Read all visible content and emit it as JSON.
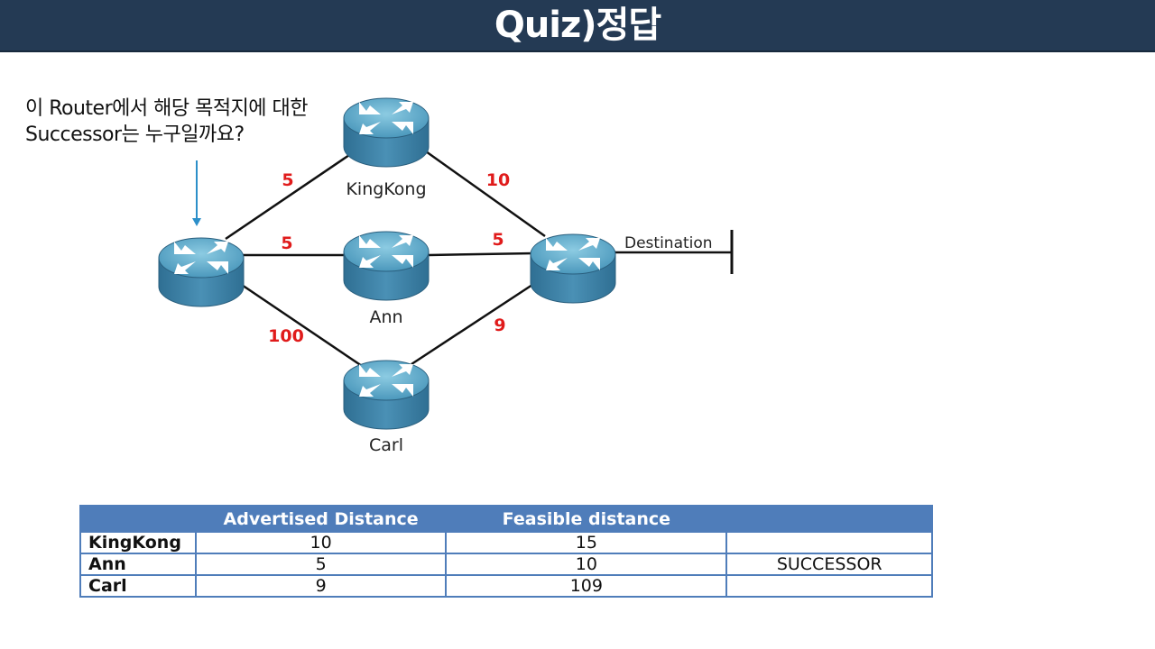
{
  "header": {
    "title": "Quiz)정답"
  },
  "question": {
    "line1": "이 Router에서 해당 목적지에 대한",
    "line2": "Successor는 누구일까요?"
  },
  "diagram": {
    "routers": {
      "kingkong": "KingKong",
      "ann": "Ann",
      "carl": "Carl"
    },
    "destination_label": "Destination",
    "costs": {
      "src_kingkong": "5",
      "src_ann": "5",
      "src_carl": "100",
      "kingkong_dst": "10",
      "ann_dst": "5",
      "carl_dst": "9"
    },
    "colors": {
      "router_body": "#3f7fa3",
      "router_top": "#6fb0cc",
      "cost": "#e01b1b",
      "arrow": "#2c8fc9"
    }
  },
  "table": {
    "headers": [
      "",
      "Advertised Distance",
      "Feasible distance",
      ""
    ],
    "rows": [
      {
        "name": "KingKong",
        "ad": "10",
        "fd": "15",
        "note": ""
      },
      {
        "name": "Ann",
        "ad": "5",
        "fd": "10",
        "note": "SUCCESSOR"
      },
      {
        "name": "Carl",
        "ad": "9",
        "fd": "109",
        "note": ""
      }
    ],
    "header_color": "#4f7dba"
  }
}
